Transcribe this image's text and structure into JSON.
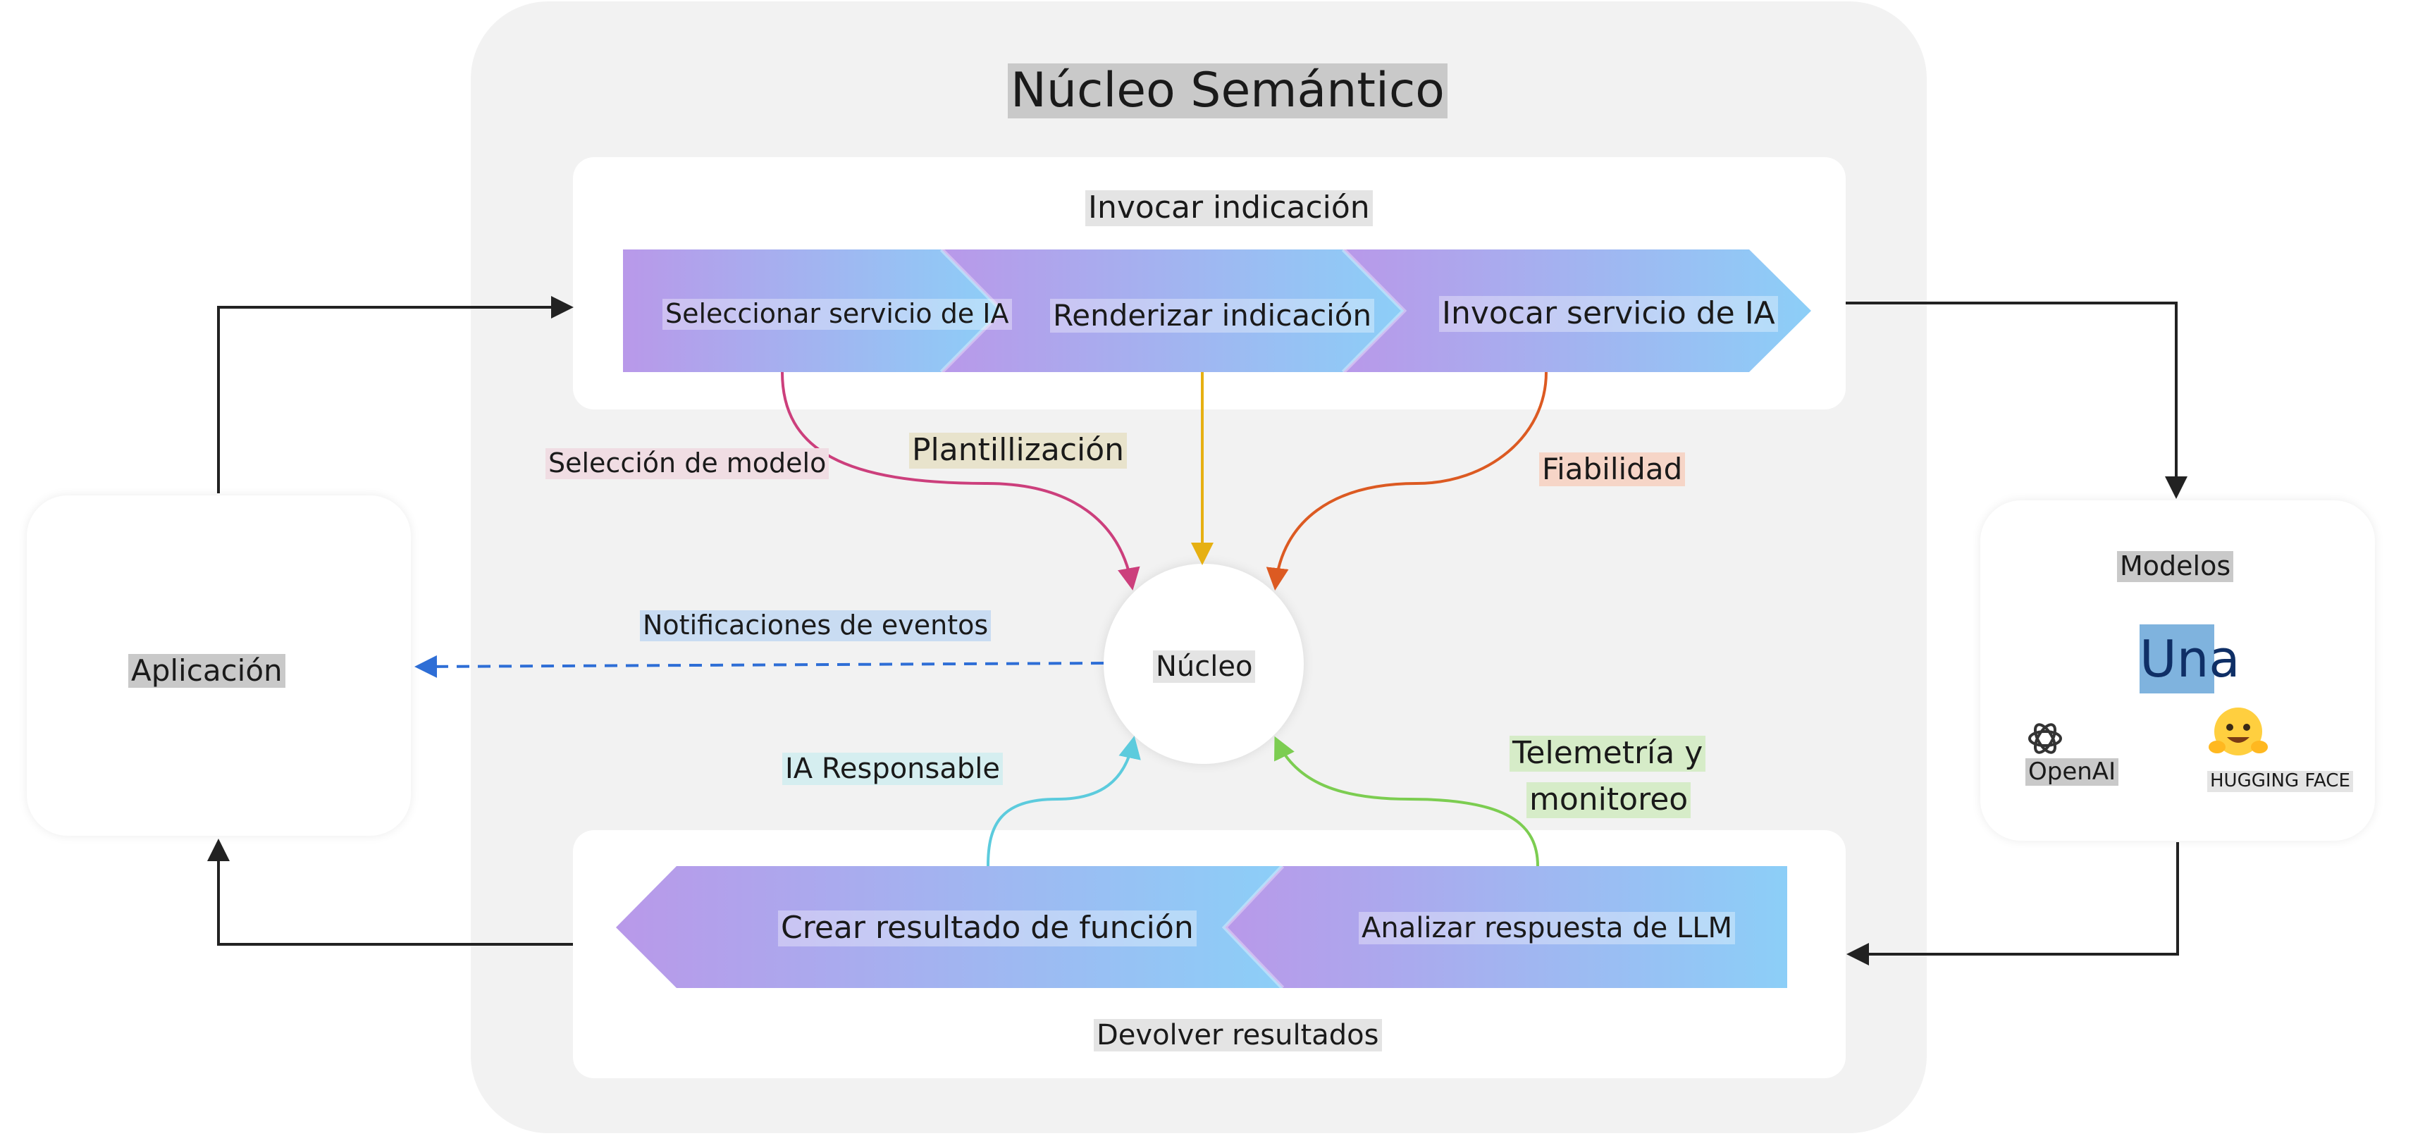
{
  "title": "Núcleo Semántico",
  "invoke_prompt": {
    "label": "Invocar indicación",
    "steps": [
      "Seleccionar servicio de IA",
      "Renderizar indicación",
      "Invocar servicio de IA"
    ]
  },
  "return_results": {
    "label": "Devolver resultados",
    "steps": [
      "Crear resultado de función",
      "Analizar respuesta de LLM"
    ]
  },
  "core": {
    "label": "Núcleo"
  },
  "application": {
    "label": "Aplicación"
  },
  "models": {
    "label": "Modelos",
    "logo_text": "Una",
    "providers": [
      "OpenAI",
      "HUGGING FACE"
    ]
  },
  "connectors": {
    "model_selection": "Selección de modelo",
    "templating": "Plantillización",
    "reliability": "Fiabilidad",
    "event_notifications": "Notificaciones de eventos",
    "responsible_ai": "IA Responsable",
    "telemetry_line1": "Telemetría y",
    "telemetry_line2": "monitoreo"
  },
  "colors": {
    "gradient_start": "#b593e8",
    "gradient_end": "#86ccf7",
    "model_selection": "#cc3f7c",
    "templating": "#e6b012",
    "reliability": "#dc5a22",
    "event_notifications": "#2e6ed6",
    "responsible_ai": "#5ccbdd",
    "telemetry": "#7ccd51",
    "flow_arrows": "#222222"
  }
}
